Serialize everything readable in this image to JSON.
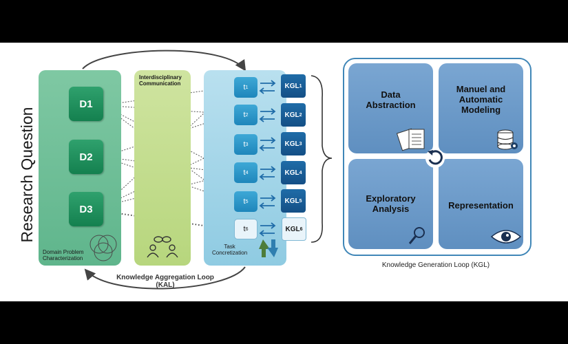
{
  "research_question": {
    "title": "Research Question",
    "domains": [
      "D1",
      "D2",
      "D3"
    ],
    "footer": [
      "Domain Problem",
      "Characterization"
    ]
  },
  "interdisciplinary": {
    "title": [
      "Interdisciplinary",
      "Communication"
    ]
  },
  "tasks": {
    "items": [
      {
        "t": "t",
        "sub": "1",
        "kgl": "KGL",
        "ksub": "1"
      },
      {
        "t": "t",
        "sub": "2",
        "kgl": "KGL",
        "ksub": "2"
      },
      {
        "t": "t",
        "sub": "3",
        "kgl": "KGL",
        "ksub": "3"
      },
      {
        "t": "t",
        "sub": "4",
        "kgl": "KGL",
        "ksub": "4"
      },
      {
        "t": "t",
        "sub": "5",
        "kgl": "KGL",
        "ksub": "5"
      },
      {
        "t": "t",
        "sub": "6",
        "kgl": "KGL",
        "ksub": "6"
      }
    ],
    "footer": [
      "Task",
      "Concretization"
    ]
  },
  "kal_caption": [
    "Knowledge Aggregation Loop",
    "(KAL)"
  ],
  "kgl": {
    "quadrants": [
      {
        "lines": [
          "Data",
          "Abstraction"
        ],
        "icon": "documents-icon"
      },
      {
        "lines": [
          "Manuel and",
          "Automatic",
          "Modeling"
        ],
        "icon": "database-gear-icon"
      },
      {
        "lines": [
          "Exploratory",
          "Analysis"
        ],
        "icon": "magnifier-icon"
      },
      {
        "lines": [
          "Representation"
        ],
        "icon": "eye-icon"
      }
    ],
    "caption": "Knowledge Generation Loop (KGL)"
  },
  "colors": {
    "rq_panel": "#6fbf97",
    "ic_panel": "#c4dd8e",
    "tc_panel": "#a6d6ea",
    "domain_box": "#1f8f5c",
    "task_box": "#2b97c9",
    "kgl_box": "#185d98",
    "quadrant": "#6b9ac8",
    "kgl_border": "#3f86b7"
  }
}
